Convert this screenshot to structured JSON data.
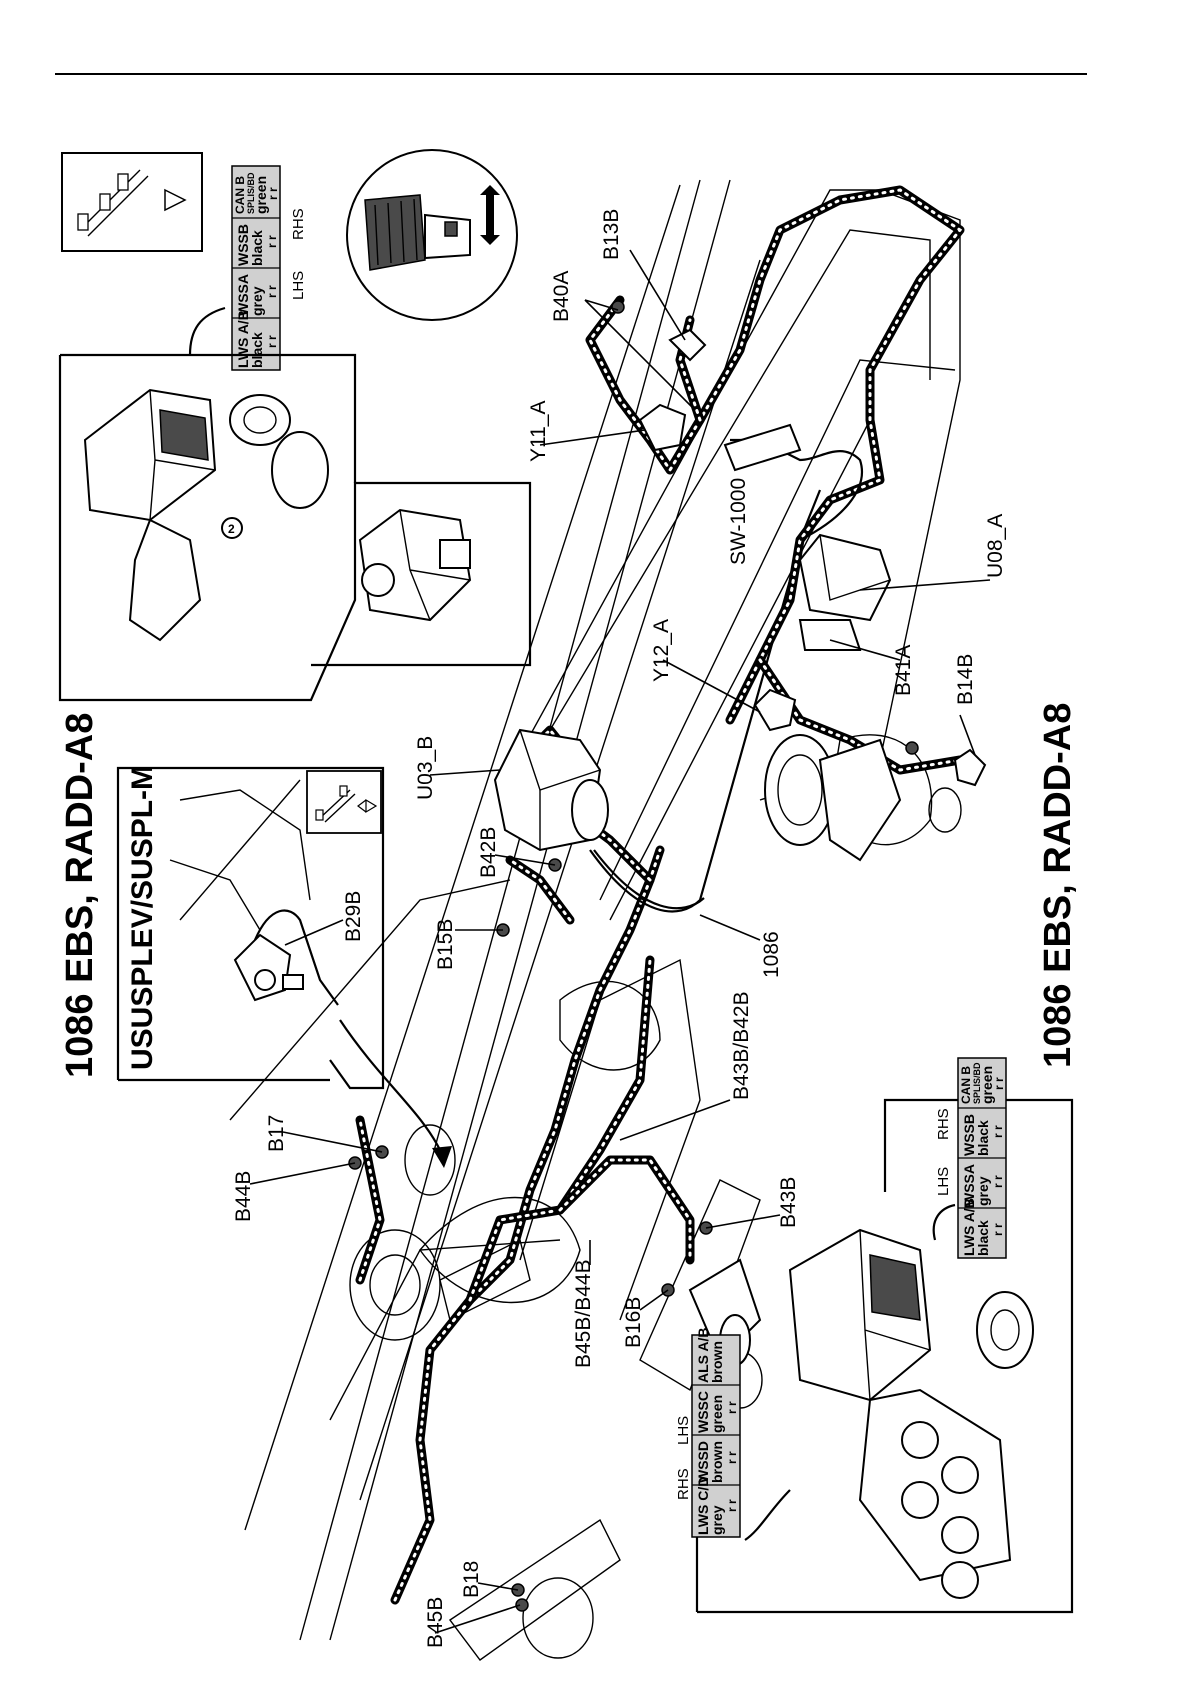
{
  "titles": {
    "main": "1086 EBS, RADD-A8",
    "bottom": "1086 EBS, RADD-A8",
    "inset": "USUSPLEV/SUSPL-M"
  },
  "labels": {
    "b45b": "B45B",
    "b18": "B18",
    "b44b": "B44B",
    "b17": "B17",
    "b45b_b44b": "B45B/B44B",
    "b16b": "B16B",
    "b43b": "B43B",
    "b43b_b42b": "B43B/B42B",
    "b15b": "B15B",
    "b42b": "B42B",
    "b29b": "B29B",
    "u03b": "U03_B",
    "harness_1086": "1086",
    "y12a": "Y12_A",
    "b41a": "B41A",
    "b14b": "B14B",
    "u08a": "U08_A",
    "sw1000": "SW-1000",
    "y11a": "Y11_A",
    "b40a": "B40A",
    "b13b": "B13B"
  },
  "front_table": {
    "cells": [
      {
        "name": "LWS A/B",
        "color": "black"
      },
      {
        "name": "WSSA",
        "color": "grey"
      },
      {
        "name": "WSSB",
        "color": "black"
      },
      {
        "name": "CAN B",
        "color": "green"
      }
    ],
    "side_left": "LHS",
    "side_right": "RHS"
  },
  "rear_right_table": {
    "cells": [
      {
        "name": "LWS A/B",
        "color": "black"
      },
      {
        "name": "WSSA",
        "color": "grey"
      },
      {
        "name": "WSSB",
        "color": "black"
      },
      {
        "name": "CAN B",
        "color": "green"
      }
    ],
    "side_left": "LHS",
    "side_right": "RHS"
  },
  "rear_left_table": {
    "cells": [
      {
        "name": "LWS C/D",
        "color": "grey"
      },
      {
        "name": "WSSD",
        "color": "brown"
      },
      {
        "name": "WSSC",
        "color": "green"
      },
      {
        "name": "ALS A/B",
        "color": "brown"
      }
    ],
    "side_left": "RHS",
    "side_right": "LHS"
  },
  "pin_mark": "r r",
  "can_sub": "SPLIS/BD",
  "valve_number": "2"
}
